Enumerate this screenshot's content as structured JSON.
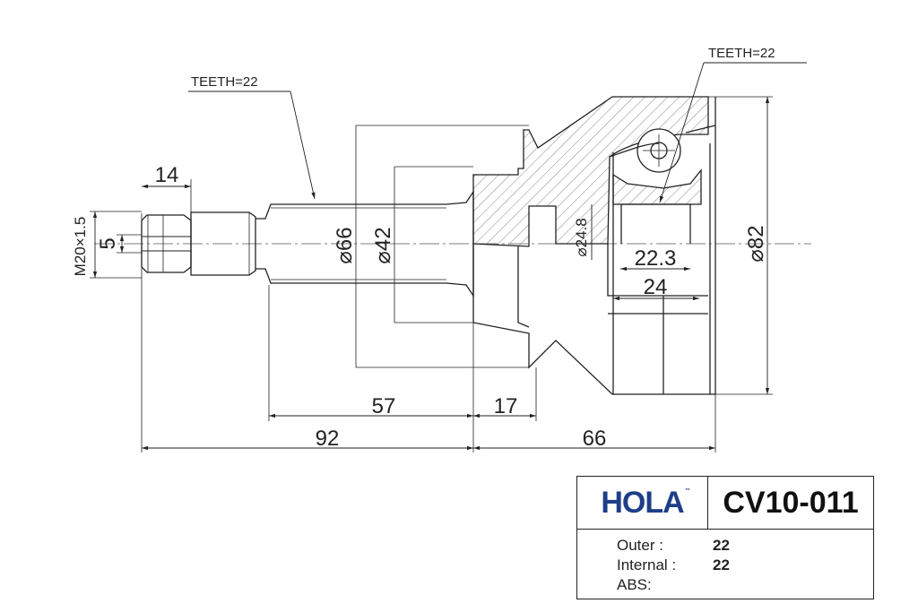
{
  "notes": {
    "teeth_left": "TEETH=22",
    "teeth_right": "TEETH=22"
  },
  "dimensions": {
    "d14": "14",
    "d5": "5",
    "thread": "M20×1.5",
    "dia66": "⌀66",
    "dia42": "⌀42",
    "dia24_8": "⌀24.8",
    "d22_3": "22.3",
    "d24": "24",
    "dia82": "⌀82",
    "d57": "57",
    "d17": "17",
    "d92": "92",
    "d66": "66"
  },
  "title_block": {
    "brand": "HOLA",
    "trademark": "™",
    "part_number": "CV10-011",
    "rows": [
      {
        "label": "Outer :",
        "value": "22"
      },
      {
        "label": "Internal :",
        "value": "22"
      },
      {
        "label": "ABS:",
        "value": ""
      }
    ]
  },
  "colors": {
    "brand": "#1e3f86",
    "line": "#222222",
    "hatch": "#555555"
  }
}
